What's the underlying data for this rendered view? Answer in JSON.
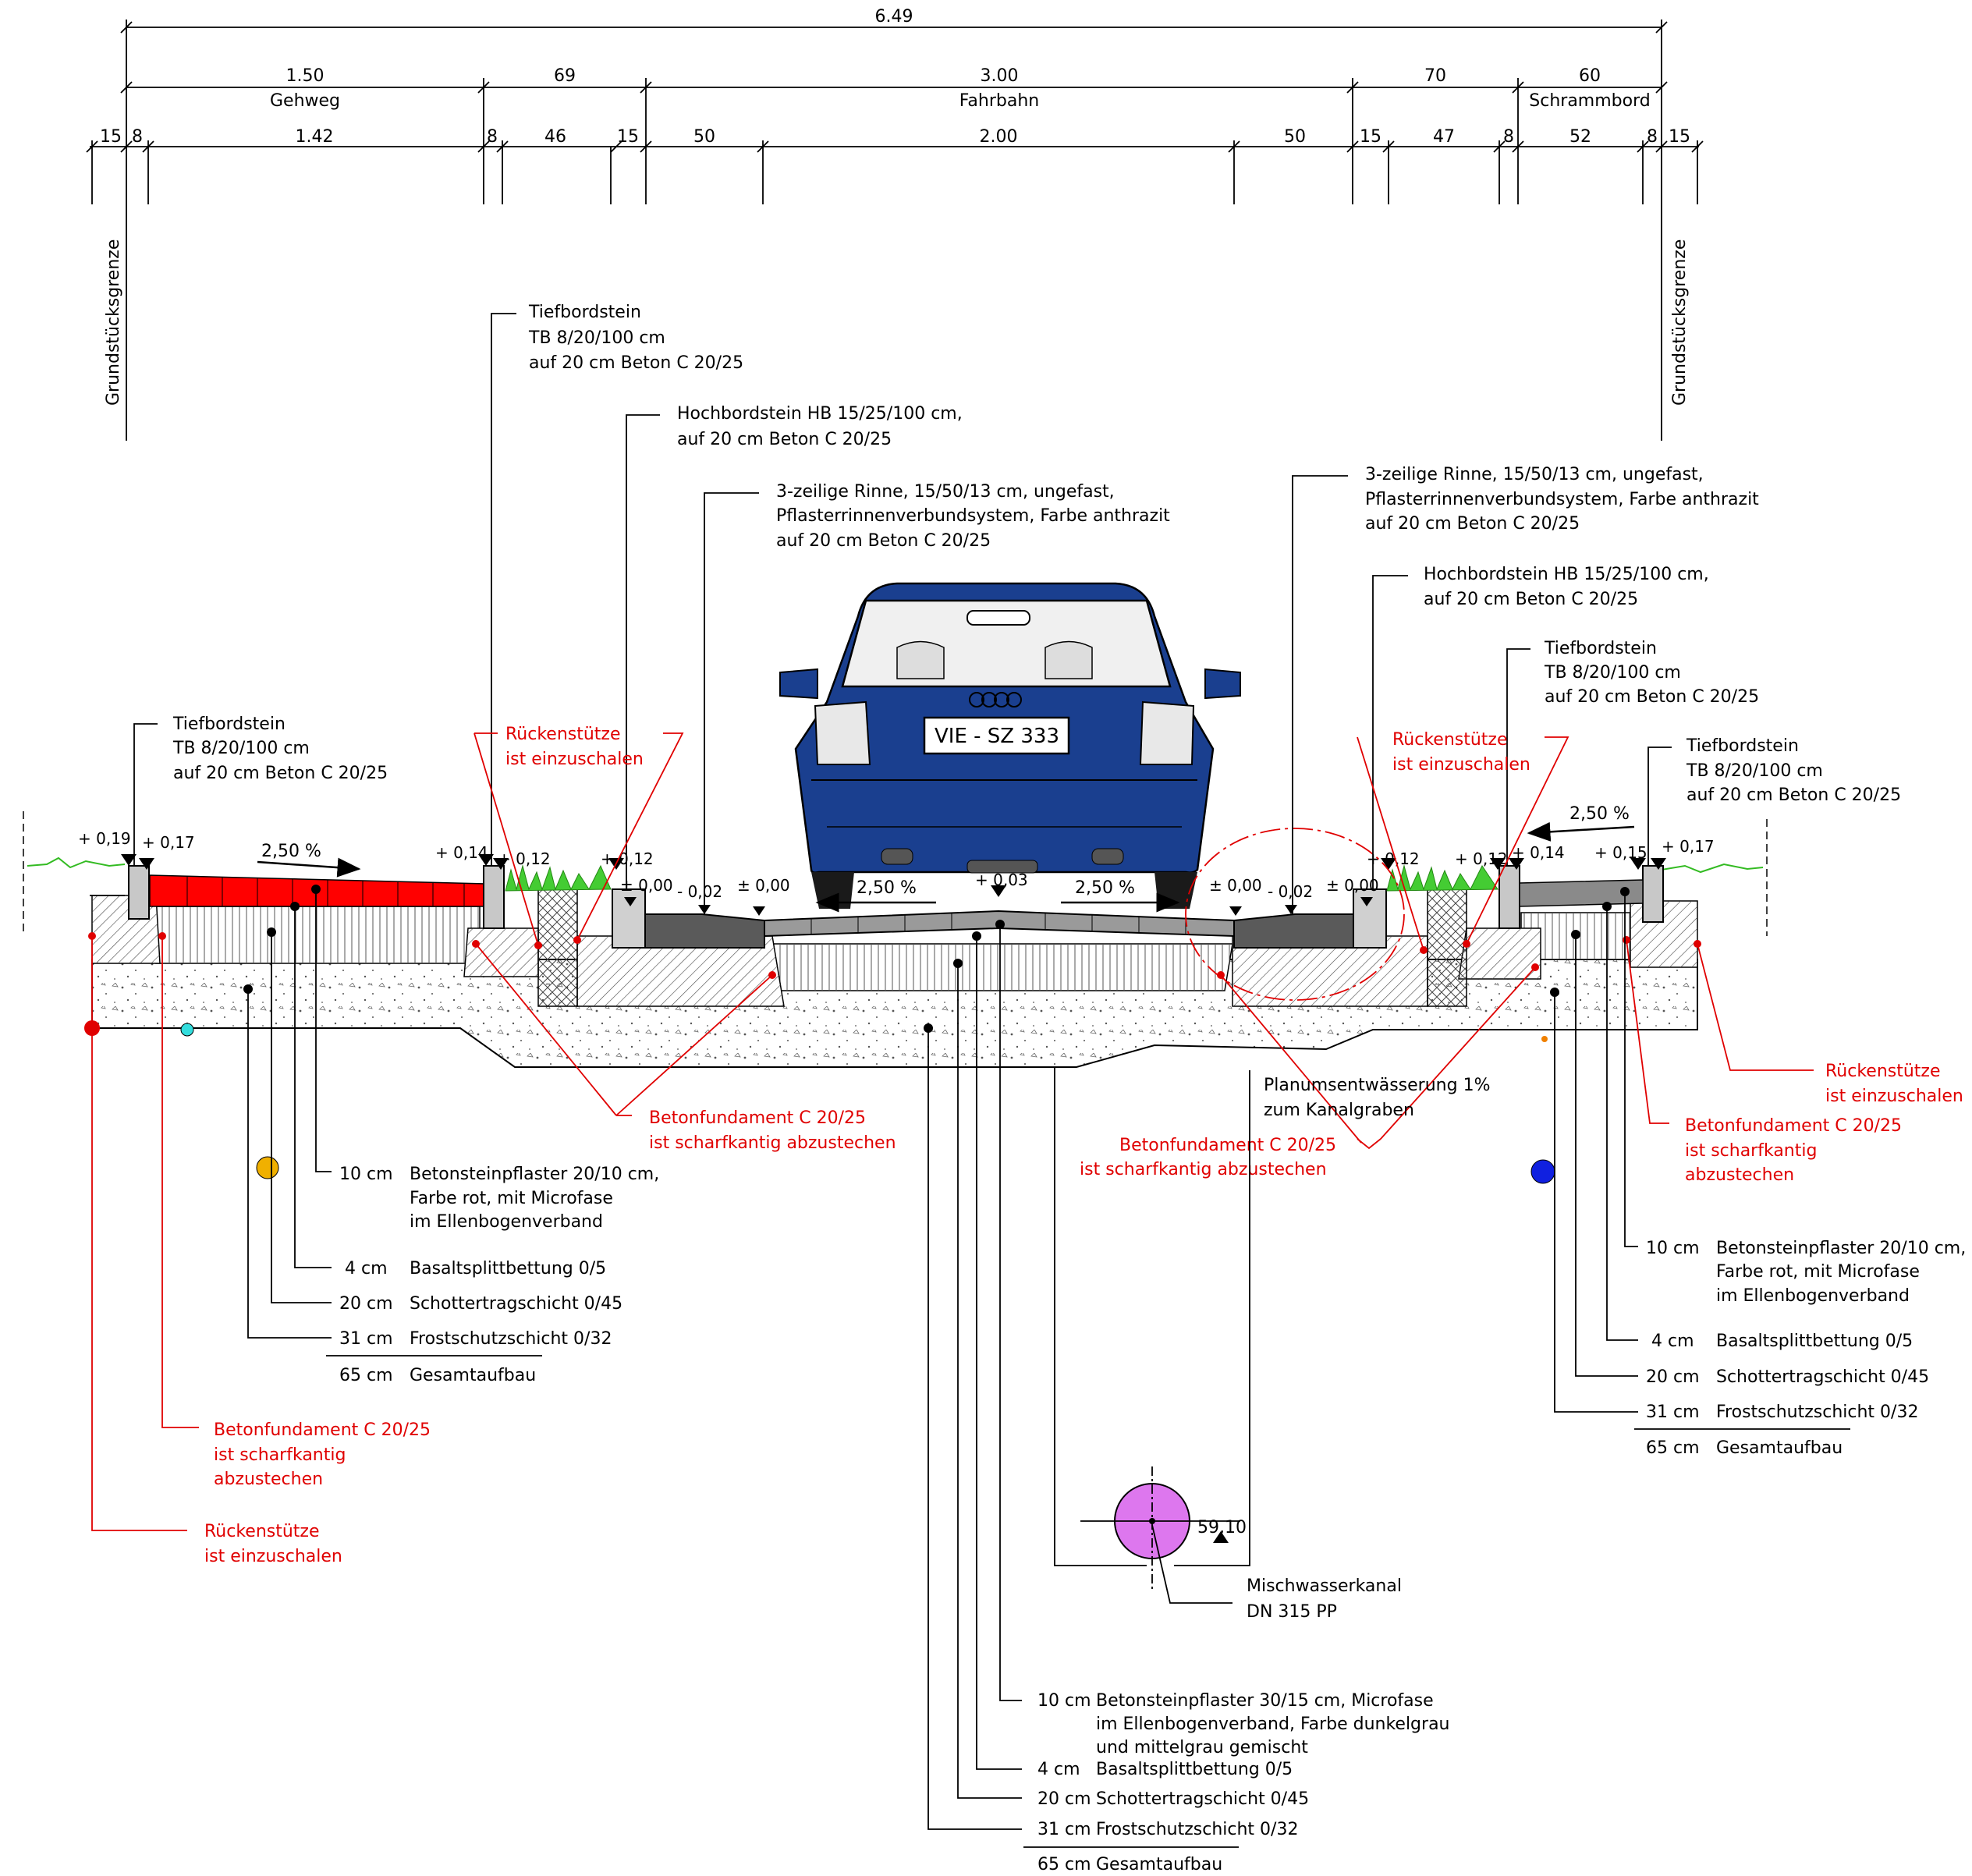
{
  "dimensions": {
    "total": "6.49",
    "sections": [
      "1.50",
      "69",
      "3.00",
      "70",
      "60"
    ],
    "section_names": [
      "Gehweg",
      "Fahrbahn",
      "Schrammbord"
    ],
    "details": [
      "15",
      "8",
      "1.42",
      "8",
      "46",
      "15",
      "50",
      "2.00",
      "50",
      "15",
      "47",
      "8",
      "52",
      "8",
      "15"
    ]
  },
  "boundary": {
    "left": "Grundstücksgrenze",
    "right": "Grundstücksgrenze"
  },
  "callouts": {
    "tb_left_top": [
      "Tiefbordstein",
      "TB 8/20/100 cm",
      "auf 20 cm Beton C 20/25"
    ],
    "hb_left": [
      "Hochbordstein HB 15/25/100 cm,",
      "auf 20 cm Beton C 20/25"
    ],
    "rinne_left": [
      "3-zeilige Rinne, 15/50/13 cm, ungefast,",
      "Pflasterrinnenverbundsystem, Farbe anthrazit",
      "auf 20 cm Beton C 20/25"
    ],
    "rinne_right": [
      "3-zeilige Rinne, 15/50/13 cm, ungefast,",
      "Pflasterrinnenverbundsystem, Farbe anthrazit",
      "auf 20 cm Beton C 20/25"
    ],
    "hb_right": [
      "Hochbordstein HB 15/25/100 cm,",
      "auf 20 cm Beton C 20/25"
    ],
    "tb_right_mid": [
      "Tiefbordstein",
      "TB 8/20/100 cm",
      "auf 20 cm Beton C 20/25"
    ],
    "tb_left_outer": [
      "Tiefbordstein",
      "TB 8/20/100 cm",
      "auf 20 cm Beton C 20/25"
    ],
    "tb_right_outer": [
      "Tiefbordstein",
      "TB 8/20/100 cm",
      "auf 20 cm Beton C 20/25"
    ]
  },
  "red_notes": {
    "rueckenstuetze": [
      "Rückenstütze",
      "ist einzuschalen"
    ],
    "betonfundament_2": [
      "Betonfundament C 20/25",
      "ist scharfkantig abzustechen"
    ],
    "betonfundament_3": [
      "Betonfundament C 20/25",
      "ist scharfkantig",
      "abzustechen"
    ],
    "rueckenstuetze_right": [
      "Rückenstütze",
      "ist einzuschalen"
    ]
  },
  "levels": [
    "+ 0,19",
    "+ 0,17",
    "+ 0,14",
    "+ 0,12",
    "+ 0,12",
    "± 0,00",
    "- 0,02",
    "± 0,00",
    "+ 0,03",
    "± 0,00",
    "- 0,02",
    "± 0,00",
    "+ 0,12",
    "+ 0,12",
    "+ 0,14",
    "+ 0,15",
    "+ 0,17"
  ],
  "slopes": [
    "2,50 %",
    "2,50 %",
    "2,50 %",
    "2,50 %"
  ],
  "plate": "VIE - SZ 333",
  "drainage": [
    "Planumsentwässerung 1%",
    "zum Kanalgraben"
  ],
  "canal": {
    "level": "59,10",
    "name": [
      "Mischwasserkanal",
      "DN 315 PP"
    ]
  },
  "layers_left": [
    {
      "t": "10 cm",
      "d": [
        "Betonsteinpflaster 20/10 cm,",
        "Farbe rot, mit Microfase",
        "im Ellenbogenverband"
      ]
    },
    {
      "t": "4 cm",
      "d": [
        "Basaltsplittbettung 0/5"
      ]
    },
    {
      "t": "20 cm",
      "d": [
        "Schottertragschicht 0/45"
      ]
    },
    {
      "t": "31 cm",
      "d": [
        "Frostschutzschicht 0/32"
      ]
    },
    {
      "t": "65 cm",
      "d": [
        "Gesamtaufbau"
      ]
    }
  ],
  "layers_right": [
    {
      "t": "10 cm",
      "d": [
        "Betonsteinpflaster 20/10 cm,",
        "Farbe rot, mit Microfase",
        "im Ellenbogenverband"
      ]
    },
    {
      "t": "4 cm",
      "d": [
        "Basaltsplittbettung 0/5"
      ]
    },
    {
      "t": "20 cm",
      "d": [
        "Schottertragschicht 0/45"
      ]
    },
    {
      "t": "31 cm",
      "d": [
        "Frostschutzschicht 0/32"
      ]
    },
    {
      "t": "65 cm",
      "d": [
        "Gesamtaufbau"
      ]
    }
  ],
  "layers_road": [
    {
      "t": "10 cm",
      "d": [
        "Betonsteinpflaster 30/15 cm, Microfase",
        "im Ellenbogenverband, Farbe dunkelgrau",
        "und mittelgrau gemischt"
      ]
    },
    {
      "t": "4  cm",
      "d": [
        "Basaltsplittbettung 0/5"
      ]
    },
    {
      "t": "20 cm",
      "d": [
        "Schottertragschicht 0/45"
      ]
    },
    {
      "t": "31 cm",
      "d": [
        "Frostschutzschicht 0/32"
      ]
    },
    {
      "t": "65 cm",
      "d": [
        "Gesamtaufbau"
      ]
    }
  ],
  "colors": {
    "sidewalk": "#ff0000",
    "car": "#1a3f8f",
    "grass": "#33bb22",
    "canal": "#dd77ee",
    "marker_orange": "#f0b000",
    "marker_blue": "#1020e0",
    "marker_cyan": "#33dddd"
  }
}
